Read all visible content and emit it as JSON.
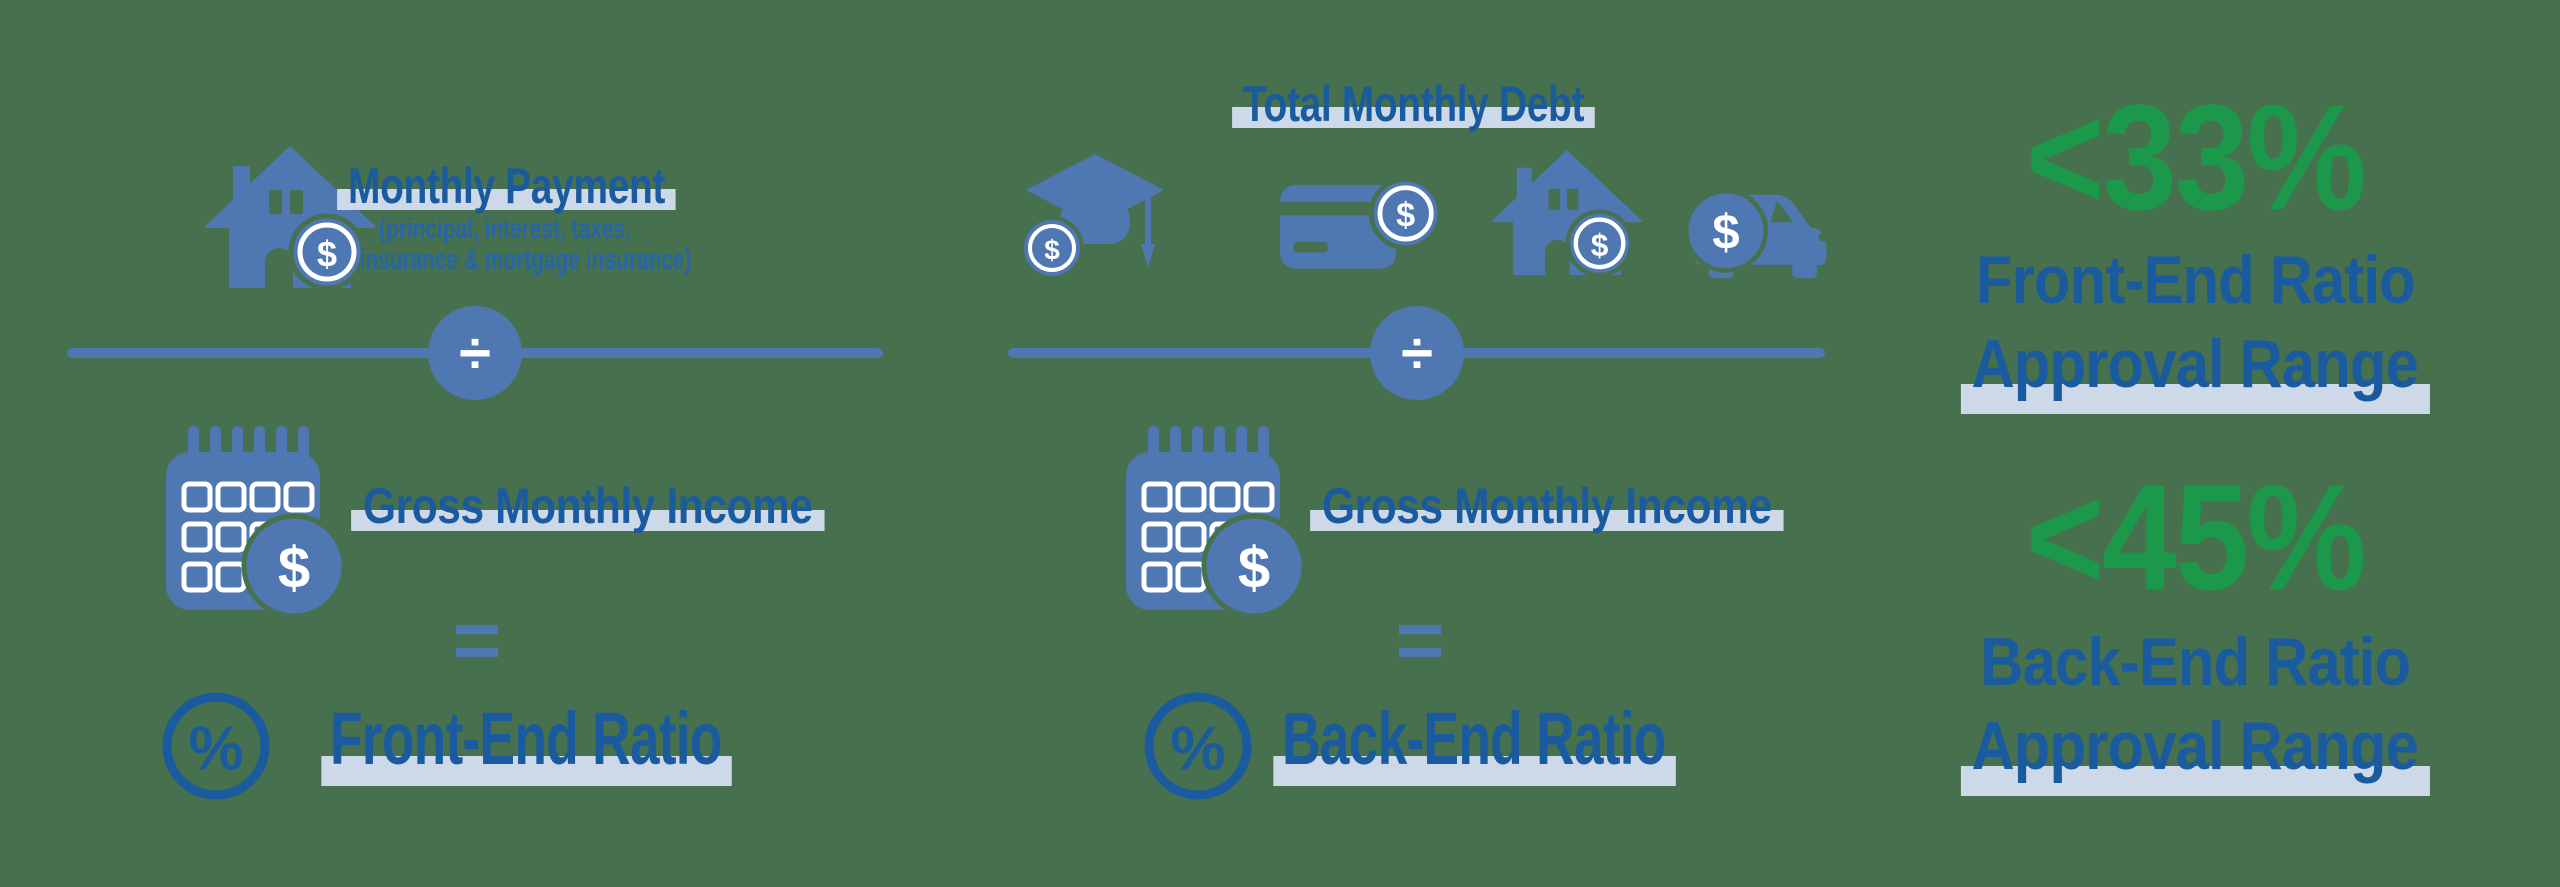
{
  "colors": {
    "background": "#47704f",
    "steel_blue": "#4f77b1",
    "dark_blue": "#1a5a9e",
    "note_blue": "#2565ab",
    "highlight": "#cdd9e8",
    "green": "#1b9849",
    "white": "#ffffff"
  },
  "symbols": {
    "dollar": "$",
    "divide": "÷",
    "equals": "=",
    "percent": "%"
  },
  "front_end_formula": {
    "numerator_title": "Monthly Payment",
    "numerator_note_line1": "(principal, interest, taxes,",
    "numerator_note_line2": "insurance & mortgage insurance)",
    "denominator": "Gross Monthly Income",
    "result": "Front-End Ratio"
  },
  "back_end_formula": {
    "numerator_title": "Total Monthly Debt",
    "denominator": "Gross Monthly Income",
    "result": "Back-End Ratio"
  },
  "approval_ranges": {
    "front_end": {
      "threshold": "<33%",
      "label_line1": "Front-End Ratio",
      "label_line2": "Approval Range"
    },
    "back_end": {
      "threshold": "<45%",
      "label_line1": "Back-End Ratio",
      "label_line2": "Approval Range"
    }
  },
  "icons": {
    "house": "house-dollar-icon",
    "calendar": "calendar-dollar-icon",
    "graduation_cap": "graduation-cap-dollar-icon",
    "credit_card": "credit-card-dollar-icon",
    "car": "car-dollar-icon",
    "percent": "percent-circle-icon",
    "divide": "divide-circle-icon"
  }
}
